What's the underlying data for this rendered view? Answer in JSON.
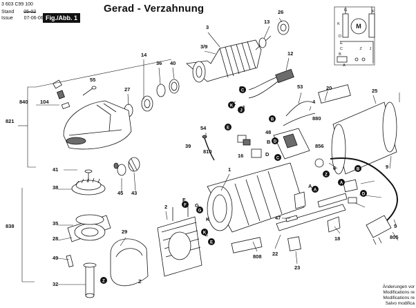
{
  "header": {
    "doc_number": "3 603 C99 100",
    "stand_label": "Stand",
    "stand_value": "05-02",
    "issue_label": "Issue",
    "issue_value": "07-06-06",
    "fig_label": "Fig./Abb. 1"
  },
  "title": "Gerad - Verzahnung",
  "footer": [
    "Änderungen vor",
    "Modifications re",
    "Modifications re",
    "Salvo modifica"
  ],
  "part_numbers": [
    "3",
    "3/9",
    "13",
    "26",
    "40",
    "36",
    "14",
    "27",
    "55",
    "840",
    "104",
    "821",
    "41",
    "38",
    "45",
    "43",
    "838",
    "35",
    "28",
    "49",
    "32",
    "29",
    "2",
    "F",
    "G",
    "K",
    "E",
    "Z",
    "54",
    "39",
    "810",
    "1",
    "12",
    "C",
    "K",
    "J",
    "53",
    "880",
    "4",
    "20",
    "25",
    "B",
    "D",
    "48",
    "16",
    "856",
    "6",
    "9",
    "A",
    "18",
    "22",
    "808",
    "47",
    "23",
    "5",
    "805"
  ],
  "letter_markers": [
    "C",
    "K",
    "J",
    "E",
    "B",
    "D",
    "C",
    "F",
    "G",
    "K",
    "E",
    "Z",
    "A",
    "Z",
    "B",
    "D",
    "A"
  ],
  "motor_schematic": {
    "labels": [
      "G",
      "F",
      "K",
      "D",
      "E",
      "C",
      "B",
      "A",
      "J",
      "Z",
      "M"
    ]
  },
  "colors": {
    "ink": "#111111",
    "paper": "#ffffff",
    "shade": "#6b6b6b"
  }
}
